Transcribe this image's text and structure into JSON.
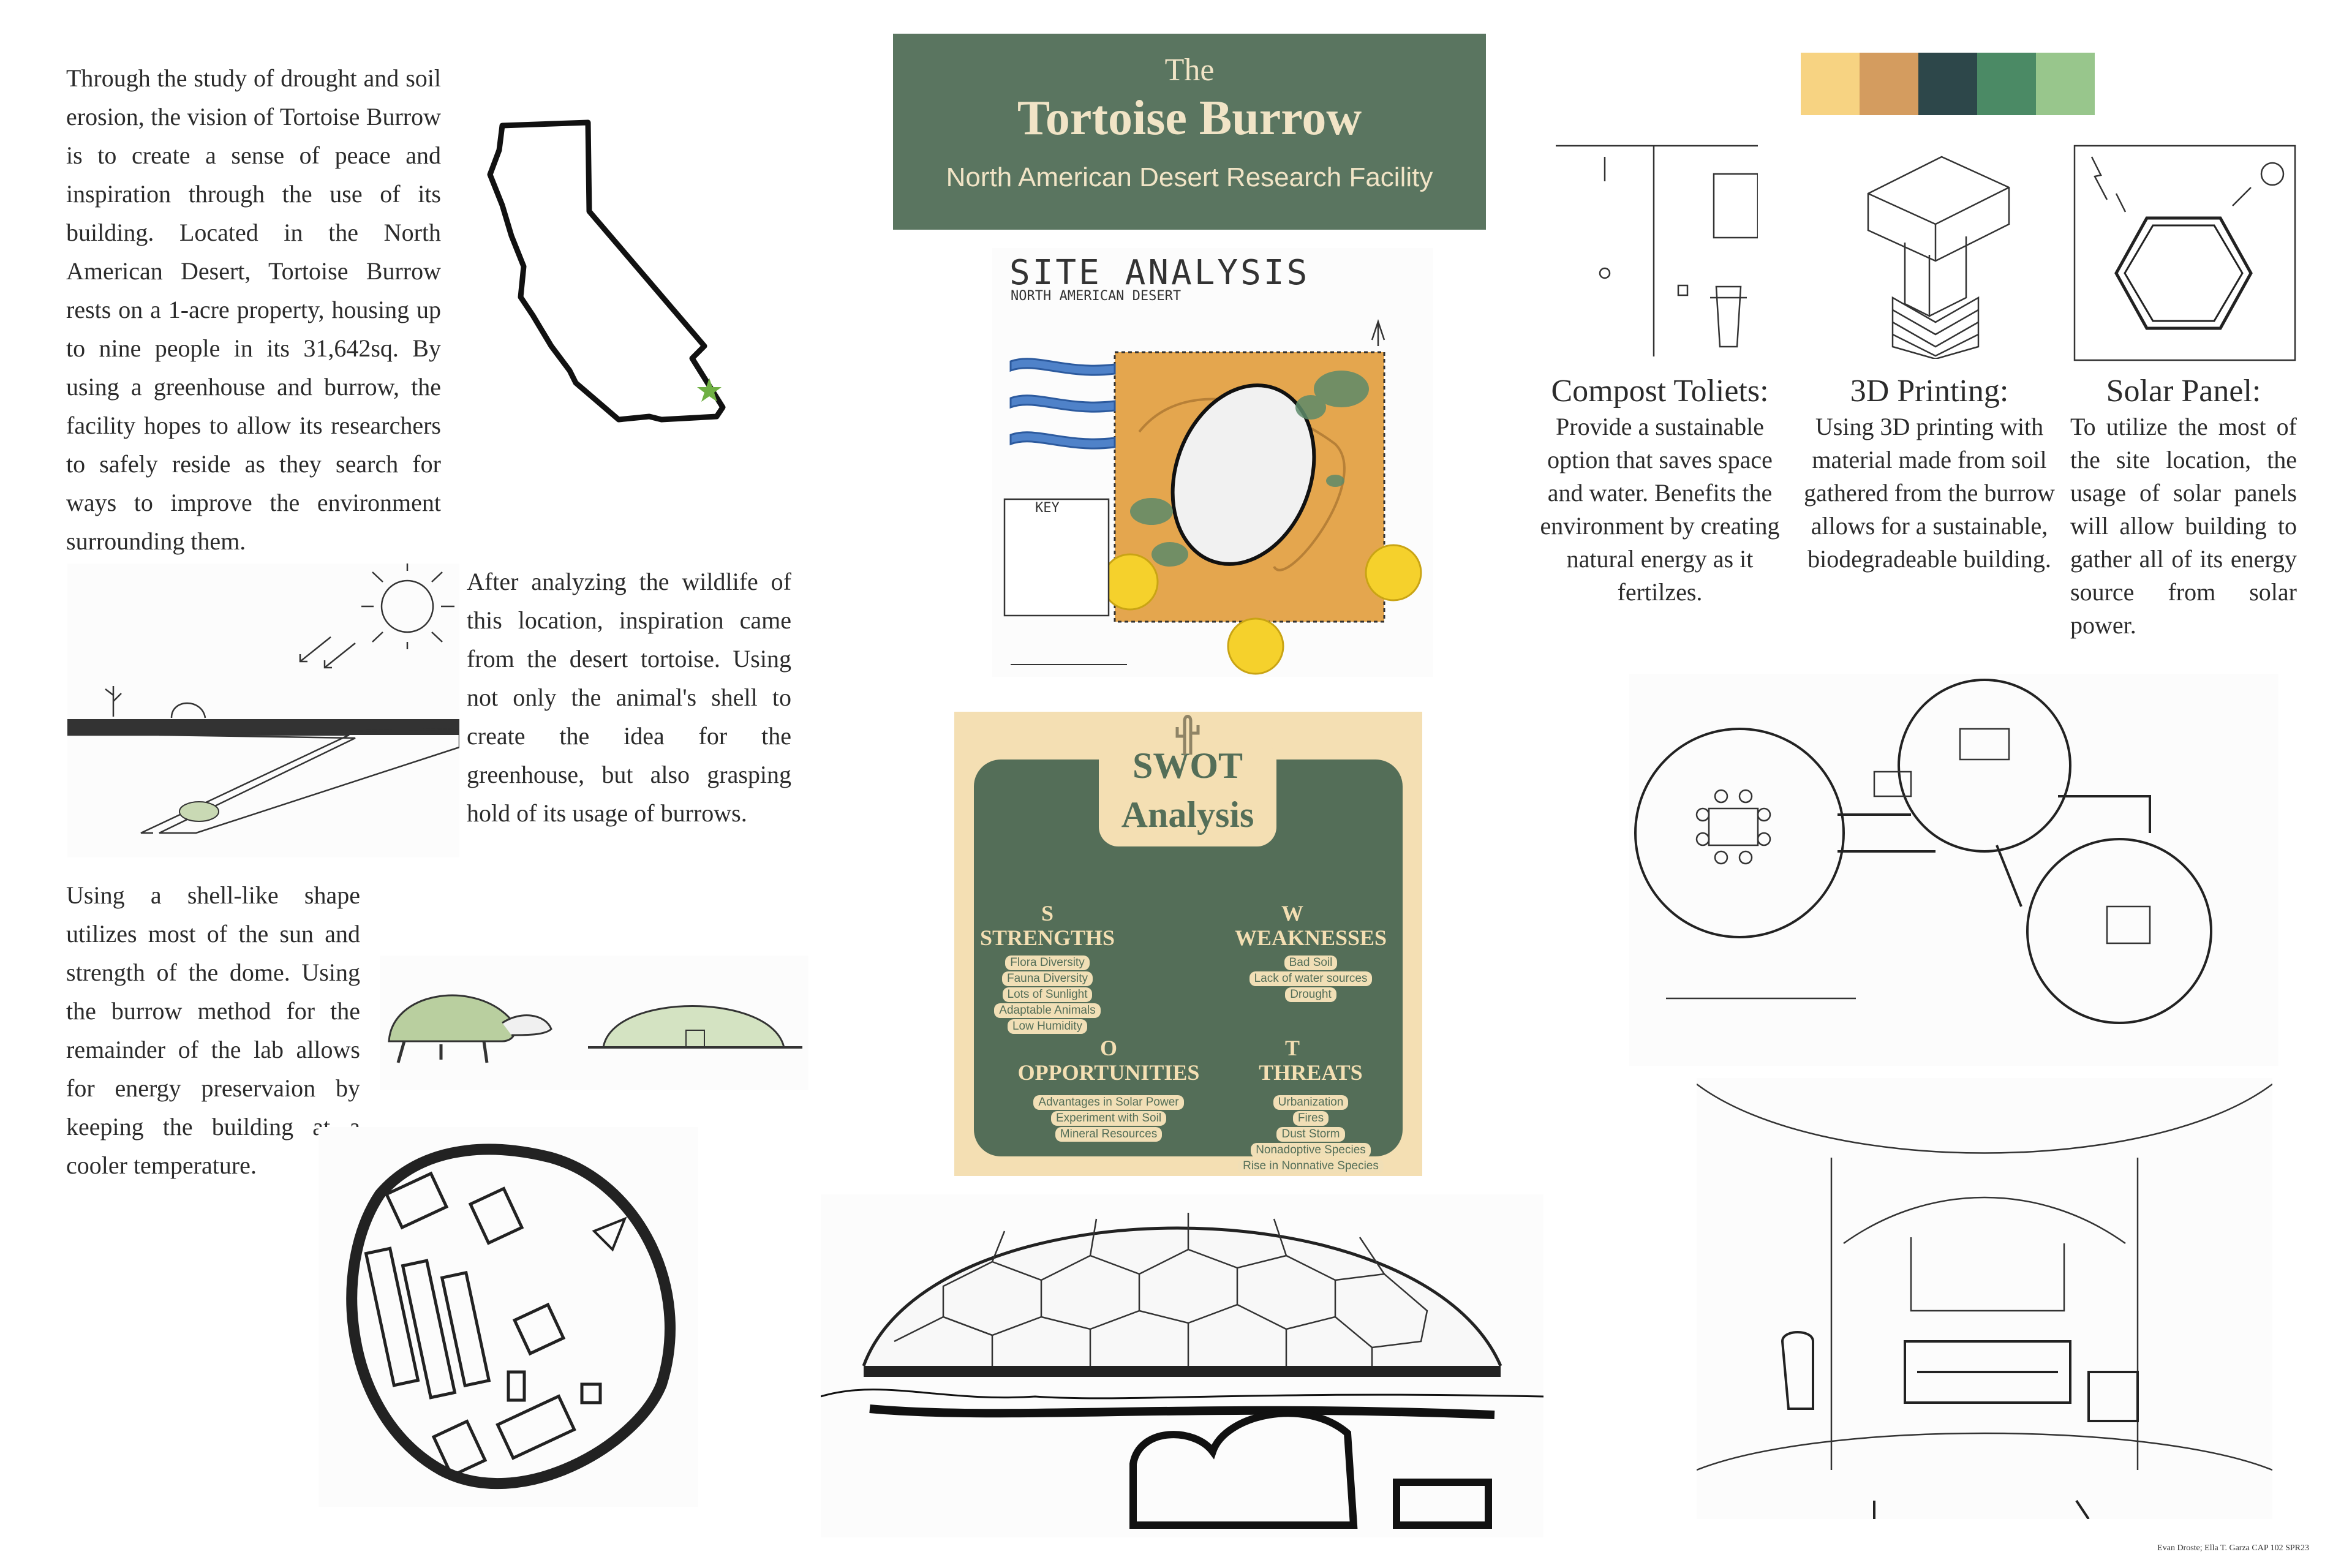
{
  "title": {
    "the": "The",
    "main": "Tortoise Burrow",
    "subtitle": "North American Desert Research Facility"
  },
  "palette": [
    "#f7d382",
    "#d49c5f",
    "#2d474a",
    "#4b8a65",
    "#98c68c"
  ],
  "intro_text": "Through the study of drought and soil erosion, the vision of Tortoise Burrow is to create a sense of peace and inspiration through the use of its building. Located in the North American Desert, Tortoise Burrow rests on a 1-acre property, housing up to nine people in its 31,642sq. By using a greenhouse and burrow, the facility hopes to allow its researchers to safely reside as they search for ways to improve the environment surrounding them.",
  "inspiration_text": "After analyzing the wildlife of this location, inspiration came from the desert tortoise. Using not only the animal's shell to create the idea for the greenhouse, but also grasping hold of its usage of burrows.",
  "shell_text": "Using a shell-like shape utilizes most of the sun and strength of the dome. Using the burrow method for the remainder of the lab allows for energy preservaion by keeping the building at a cooler temperature.",
  "site_analysis": {
    "heading": "SITE ANALYSIS",
    "subheading": "NORTH AMERICAN DESERT",
    "key_title": "KEY"
  },
  "features": [
    {
      "title": "Compost Toliets:",
      "text": "Provide a sustainable option that saves space and water. Benefits the environment by creating natural energy as it fertilzes."
    },
    {
      "title": "3D Printing:",
      "text": "Using 3D printing with material made from soil gathered from the burrow allows for a sustainable, biodegradeable building."
    },
    {
      "title": "Solar Panel:",
      "text": "To utilize the most of the site location, the usage of solar panels will allow building to gather all of its energy source from solar power."
    }
  ],
  "swot": {
    "title_line1": "SWOT",
    "title_line2": "Analysis",
    "strengths": {
      "letter": "S",
      "heading": "STRENGTHS",
      "items": [
        "Flora Diversity",
        "Fauna Diversity",
        "Lots of Sunlight",
        "Adaptable Animals",
        "Low Humidity"
      ]
    },
    "weaknesses": {
      "letter": "W",
      "heading": "WEAKNESSES",
      "items": [
        "Bad Soil",
        "Lack of water sources",
        "Drought"
      ]
    },
    "opportunities": {
      "letter": "O",
      "heading": "OPPORTUNITIES",
      "items": [
        "Advantages in Solar Power",
        "Experiment with Soil",
        "Mineral Resources"
      ]
    },
    "threats": {
      "letter": "T",
      "heading": "THREATS",
      "items": [
        "Urbanization",
        "Fires",
        "Dust Storm",
        "Nonadoptive Species",
        "Rise in Nonnative Species"
      ]
    }
  },
  "credit": "Evan Droste; Ella T. Garza CAP 102 SPR23"
}
